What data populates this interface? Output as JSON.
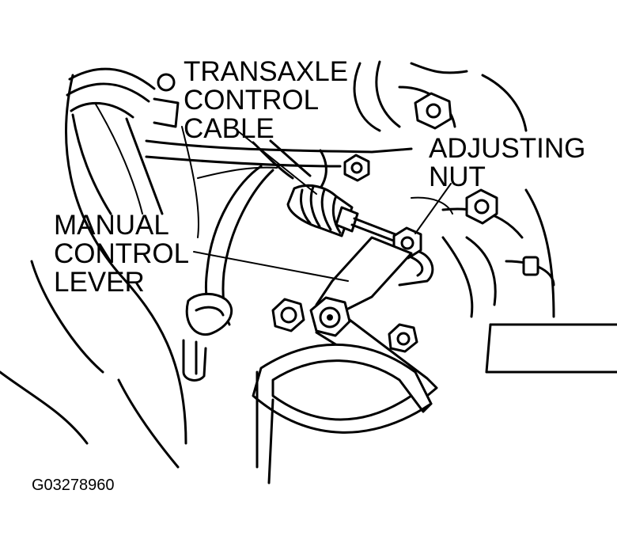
{
  "labels": {
    "transaxle_cable": [
      "TRANSAXLE",
      "CONTROL",
      "CABLE"
    ],
    "adjusting_nut": [
      "ADJUSTING",
      "NUT"
    ],
    "manual_lever": [
      "MANUAL",
      "CONTROL",
      "LEVER"
    ]
  },
  "figure_code": "G03278960",
  "colors": {
    "line": "#000000",
    "background": "#ffffff"
  }
}
